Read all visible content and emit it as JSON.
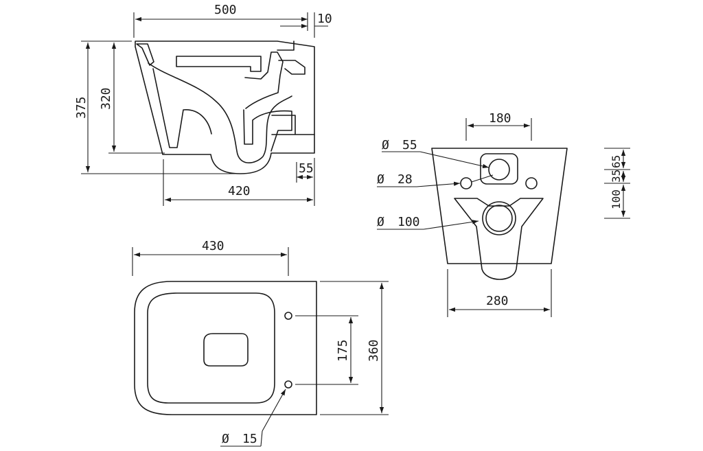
{
  "dimensions": {
    "side_width": "500",
    "side_offset": "10",
    "side_height_total": "375",
    "side_height_body": "320",
    "side_outlet_projection": "55",
    "side_base_length": "420",
    "top_width": "430",
    "top_length": "360",
    "top_hole_spacing": "175",
    "top_hole_diameter": "15",
    "rear_fixing_spacing": "180",
    "rear_inlet_diameter": "55",
    "rear_fixing_diameter": "28",
    "rear_outlet_diameter": "100",
    "rear_width": "280",
    "rear_v65": "65",
    "rear_v35": "35",
    "rear_v100": "100"
  },
  "symbols": {
    "diameter": "Ø"
  }
}
